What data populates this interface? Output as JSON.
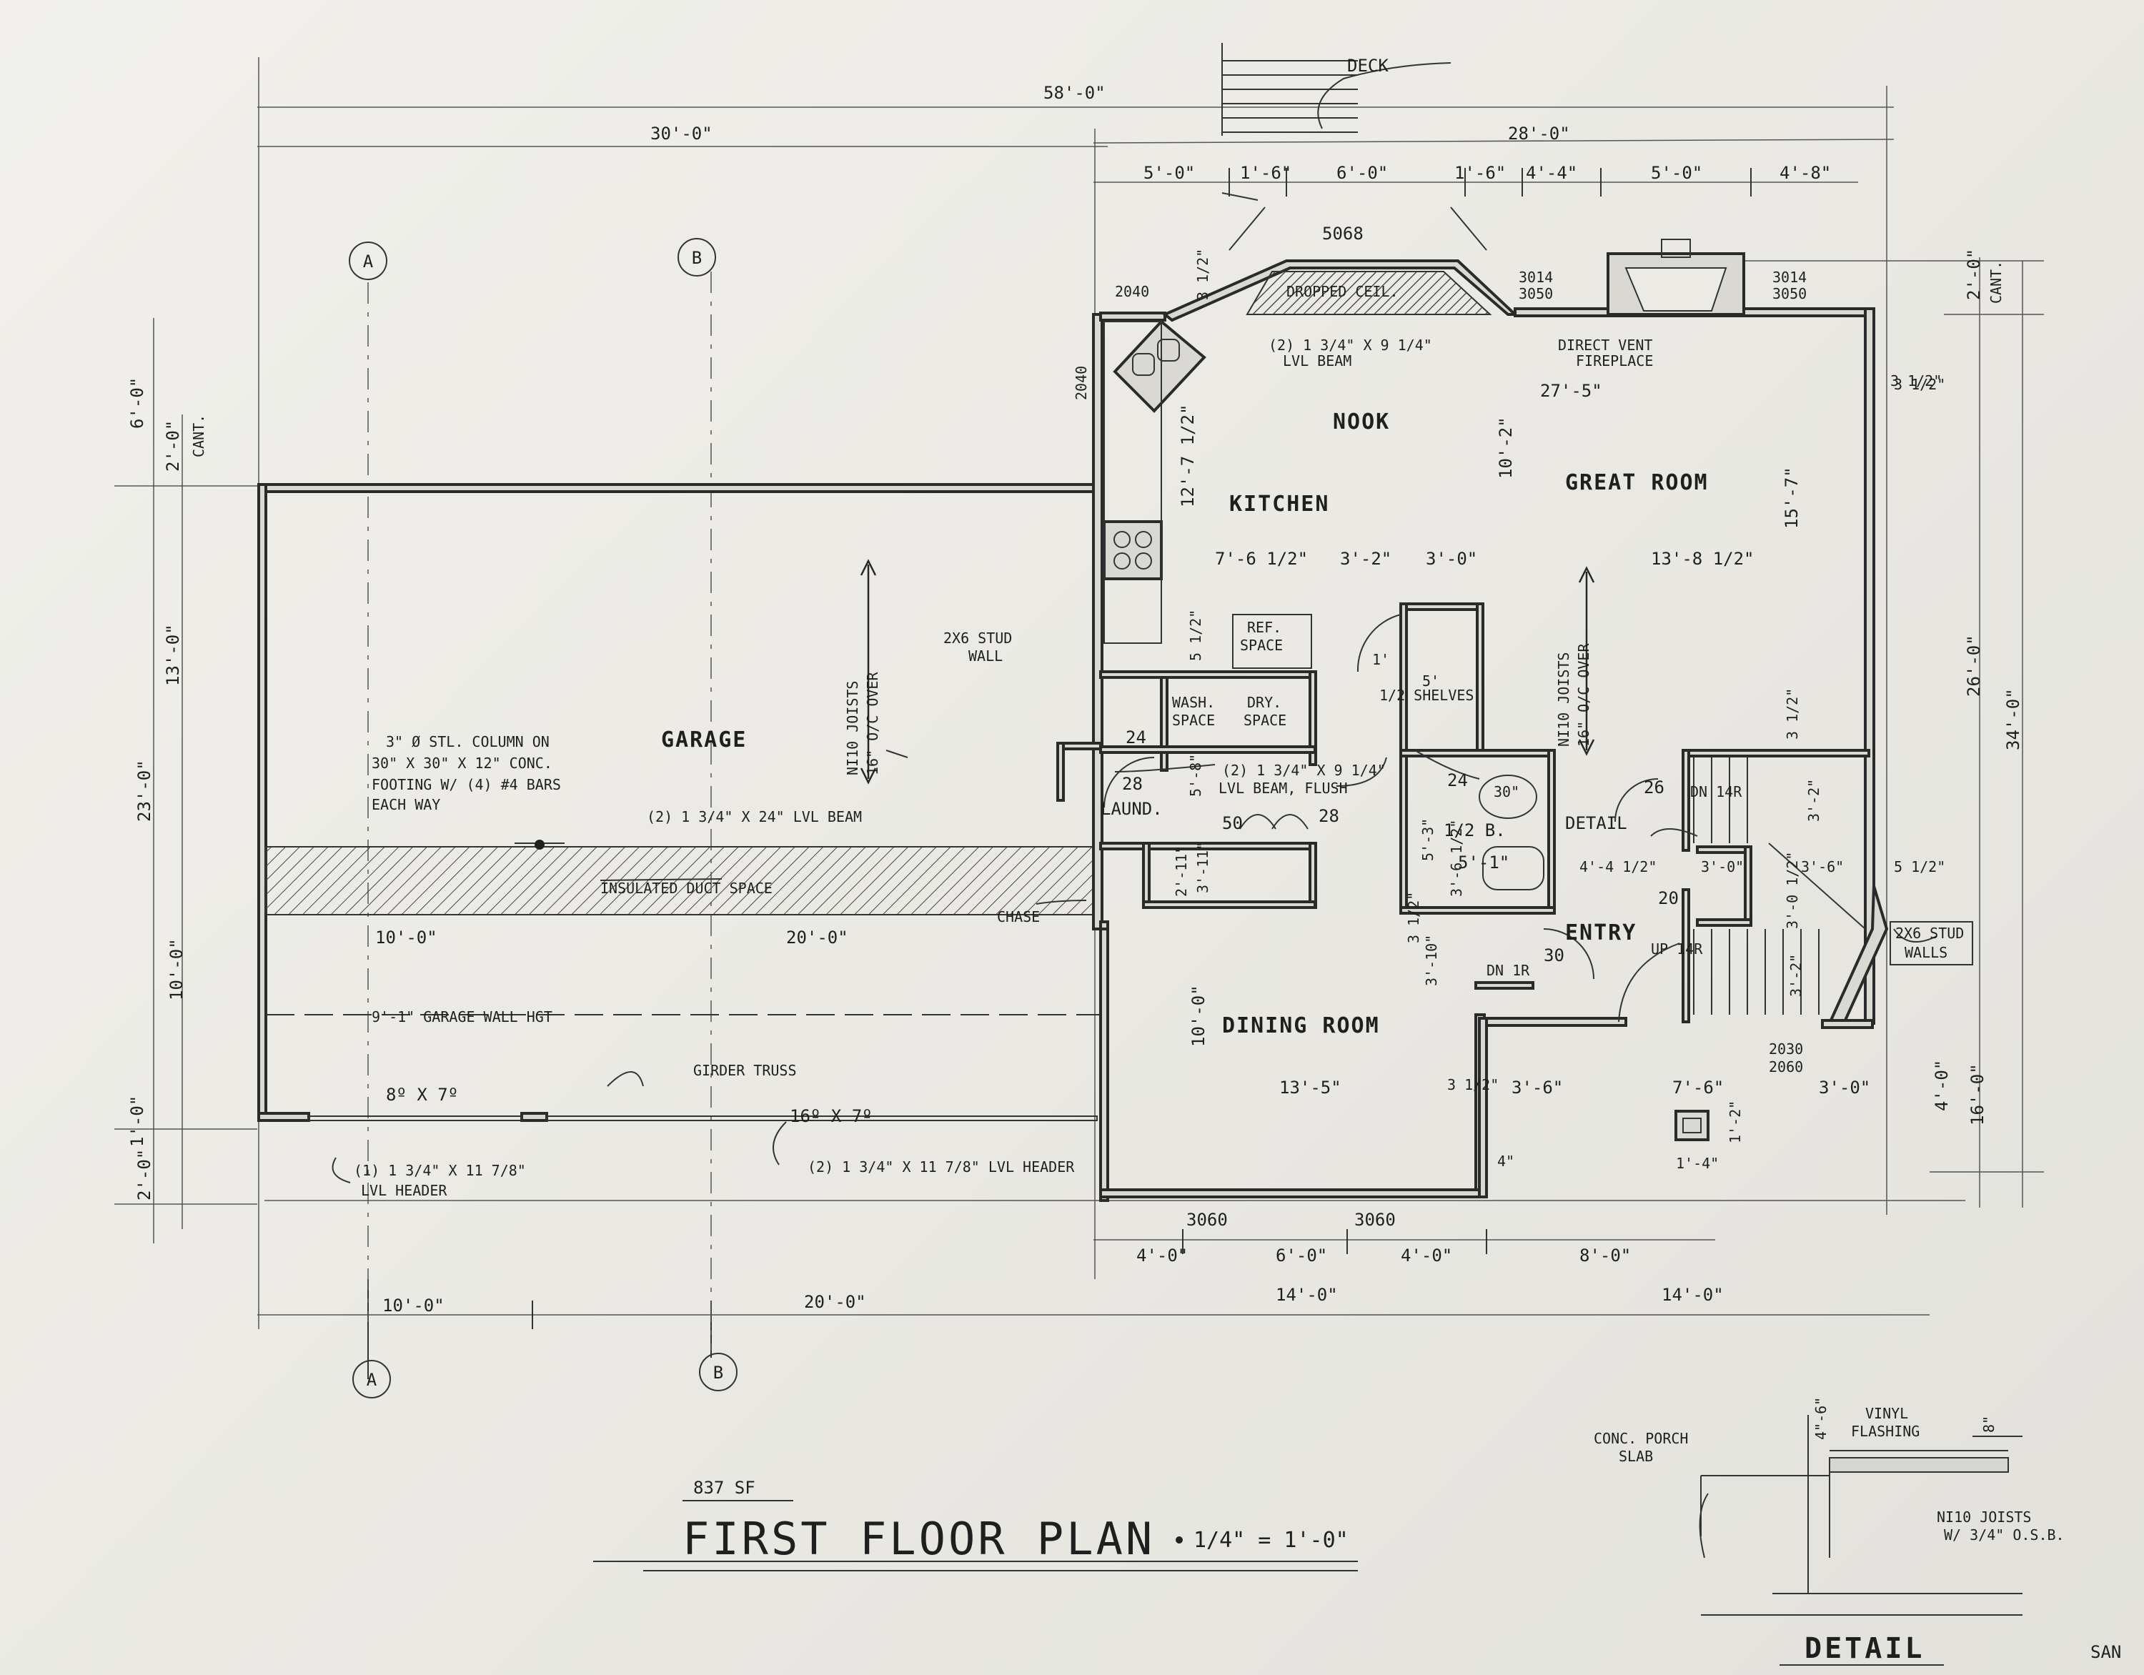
{
  "plan": {
    "title": "FIRST FLOOR PLAN",
    "scale": "1/4\" = 1'-0\"",
    "area": "837 SF",
    "detail_title": "DETAIL",
    "corner_text": "SAN"
  },
  "rooms": {
    "garage": "GARAGE",
    "kitchen": "KITCHEN",
    "nook": "NOOK",
    "great_room": "GREAT ROOM",
    "dining_room": "DINING ROOM",
    "entry": "ENTRY",
    "laund": "LAUND.",
    "half_bath": "1/2 B.",
    "deck": "DECK"
  },
  "grid": {
    "a": "A",
    "b": "B"
  },
  "notes": {
    "column": [
      "3\" Ø STL. COLUMN ON",
      "30\" X 30\" X 12\" CONC.",
      "FOOTING W/ (4) #4 BARS",
      "EACH WAY"
    ],
    "lvl_beam_garage": "(2) 1 3/4\" X 24\" LVL BEAM",
    "insulated_duct": "INSULATED DUCT SPACE",
    "chase": "CHASE",
    "garage_wall": "9'-1\" GARAGE WALL HGT",
    "girder_truss": "GIRDER TRUSS",
    "header_small": [
      "(1) 1 3/4\" X 11 7/8\"",
      "LVL HEADER"
    ],
    "header_large": "(2) 1 3/4\" X 11 7/8\" LVL HEADER",
    "joists_garage": [
      "NI10 JOISTS",
      "16\" O/C OVER"
    ],
    "joists_great": [
      "NI10 JOISTS",
      "16\" O/C OVER"
    ],
    "stud_wall_2x6": [
      "2X6 STUD",
      "WALL"
    ],
    "stud_walls_2x6": [
      "2X6 STUD",
      "WALLS"
    ],
    "ref_space": [
      "REF.",
      "SPACE"
    ],
    "wash_space": [
      "WASH.",
      "SPACE"
    ],
    "dry_space": [
      "DRY.",
      "SPACE"
    ],
    "lvl_beam_flush": [
      "(2) 1 3/4\" X 9 1/4\"",
      "LVL BEAM, FLUSH"
    ],
    "lvl_beam_nook": [
      "(2) 1 3/4\" X 9 1/4\"",
      "LVL BEAM"
    ],
    "dropped_ceil": "DROPPED CEIL.",
    "fireplace": [
      "DIRECT VENT",
      "FIREPLACE"
    ],
    "shelves": "1/2 SHELVES",
    "detail_tag": "DETAIL",
    "cant": "CANT.",
    "porch_slab": [
      "CONC. PORCH",
      "SLAB"
    ],
    "vinyl_flashing": [
      "VINYL",
      "FLASHING"
    ],
    "detail_joists": [
      "NI10 JOISTS",
      "W/ 3/4\" O.S.B."
    ]
  },
  "openings": {
    "garage_door_small": "8º X 7º",
    "garage_door_large": "16º X 7º",
    "w5068": "5068",
    "w3014a": "3014",
    "w3050a": "3050",
    "w3014b": "3014",
    "w3050b": "3050",
    "w2040a": "2040",
    "w2040b": "2040",
    "w3060a": "3060",
    "w3060b": "3060",
    "w2030": "2030",
    "w2060": "2060",
    "d28a": "28",
    "d28b": "28",
    "d24a": "24",
    "d24b": "24",
    "d26": "26",
    "d20": "20",
    "d30": "30",
    "d50": "50",
    "up_14r": "UP 14R",
    "dn_14r": "DN 14R",
    "dn_1r": "DN 1R",
    "dim_30in": "30\""
  },
  "dims_top": {
    "overall": "58'-0\"",
    "garage": "30'-0\"",
    "house": "28'-0\"",
    "d1": "5'-0\"",
    "d2": "1'-6\"",
    "d3": "6'-0\"",
    "d4": "1'-6\"",
    "d5": "4'-4\"",
    "d6": "5'-0\"",
    "d7": "4'-8\""
  },
  "dims_bottom": {
    "a": "4'-0\"",
    "b": "6'-0\"",
    "c": "4'-0\"",
    "d": "8'-0\"",
    "e": "14'-0\"",
    "f": "14'-0\"",
    "g": "10'-0\"",
    "h": "20'-0\""
  },
  "dims_left": {
    "a": "6'-0\"",
    "b": "2'-0\"",
    "c": "13'-0\"",
    "d": "23'-0\"",
    "e": "10'-0\"",
    "f": "1'-0\"",
    "g": "2'-0\""
  },
  "dims_right": {
    "a": "2'-0\"",
    "b": "26'-0\"",
    "c": "34'-0\"",
    "d": "4'-0\"",
    "e": "16'-0\"",
    "f": "3 1/2\""
  },
  "dims_interior": {
    "garage_left": "10'-0\"",
    "garage_right": "20'-0\"",
    "nook_h": "27'-5\"",
    "kitchen_v": "12'-7 1/2\"",
    "great_v": "10'-2\"",
    "great_v2": "15'-7\"",
    "k1": "7'-6 1/2\"",
    "k2": "3'-2\"",
    "k3": "3'-0\"",
    "k4": "13'-8 1/2\"",
    "laund_v": "5'-8\"",
    "bath_v": "5'-3\"",
    "bath_h": "5'-1\"",
    "closet_w": "4'-4 1/2\"",
    "stair_a": "3'-0\"",
    "stair_b": "3'-6\"",
    "stair_c": "5 1/2\"",
    "stair_v1": "3'-2\"",
    "stair_v2": "3'-0 1/2\"",
    "stair_v3": "3'-2\"",
    "stair_v4": "3 1/2\"",
    "hall_v": "3'-10\"",
    "hall_v2": "3 1/2\"",
    "dining_v": "10'-0\"",
    "dining_h": "13'-5\"",
    "dining_r": "3 1/2\"",
    "e1": "3'-6\"",
    "e2": "7'-6\"",
    "e3": "3'-0\"",
    "stoop_w": "1'-4\"",
    "stoop_d": "1'-2\"",
    "dining_off": "4\"",
    "kit_small": "5 1/2\"",
    "kit_small2": "3 1/2\"",
    "laund_small": "2'-11\"",
    "laund_small2": "3'-11\"",
    "shelf_a": "1'",
    "shelf_b": "5'",
    "nook_off": "3 1/2\"",
    "det_a": "4\"-6\"",
    "det_b": "8\"",
    "bath_small": "3'-6 1/2\""
  }
}
